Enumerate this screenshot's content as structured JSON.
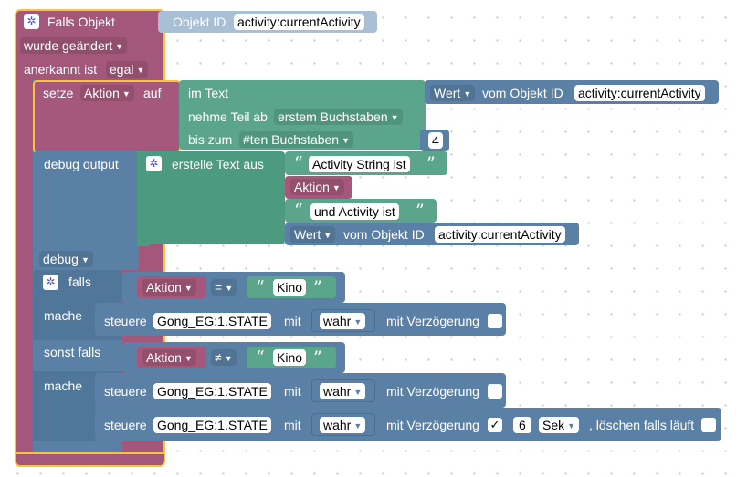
{
  "event": {
    "title": "Falls Objekt",
    "id_label": "Objekt ID",
    "id_value": "activity:currentActivity",
    "changed": "wurde geändert",
    "ack_label": "anerkannt ist",
    "ack_value": "egal"
  },
  "set_var": {
    "label": "setze",
    "var": "Aktion",
    "auf": "auf",
    "im_text": "im Text",
    "take_label": "nehme Teil ab",
    "take_value": "erstem Buchstaben",
    "until_label": "bis zum",
    "until_value": "#ten Buchstaben",
    "number": "4",
    "get_value": "Wert",
    "from_object": "vom Objekt ID",
    "object_id": "activity:currentActivity"
  },
  "debug": {
    "label": "debug output",
    "create_text": "erstelle Text aus",
    "text1": "Activity String ist",
    "var": "Aktion",
    "text2": "und Activity ist",
    "get_value": "Wert",
    "from_object": "vom Objekt ID",
    "object_id": "activity:currentActivity",
    "level": "debug"
  },
  "if1": {
    "falls": "falls",
    "var": "Aktion",
    "op": "=",
    "text": "Kino",
    "mache": "mache",
    "control_label": "steuere",
    "state": "Gong_EG:1.STATE",
    "mit": "mit",
    "value": "wahr",
    "delay": "mit Verzögerung"
  },
  "if2": {
    "sonst_falls": "sonst falls",
    "var": "Aktion",
    "op": "≠",
    "text": "Kino",
    "mache": "mache",
    "row1": {
      "control_label": "steuere",
      "state": "Gong_EG:1.STATE",
      "mit": "mit",
      "value": "wahr",
      "delay": "mit Verzögerung"
    },
    "row2": {
      "control_label": "steuere",
      "state": "Gong_EG:1.STATE",
      "mit": "mit",
      "value": "wahr",
      "delay": "mit Verzögerung",
      "check": "✓",
      "amount": "6",
      "unit": "Sek",
      "clear_label": ", löschen falls läuft"
    }
  },
  "colors": {
    "event": "#a3577a",
    "highlight": "#f5c242",
    "variable": "#a5587b",
    "control": "#5b80a5",
    "text": "#5ba58c"
  }
}
